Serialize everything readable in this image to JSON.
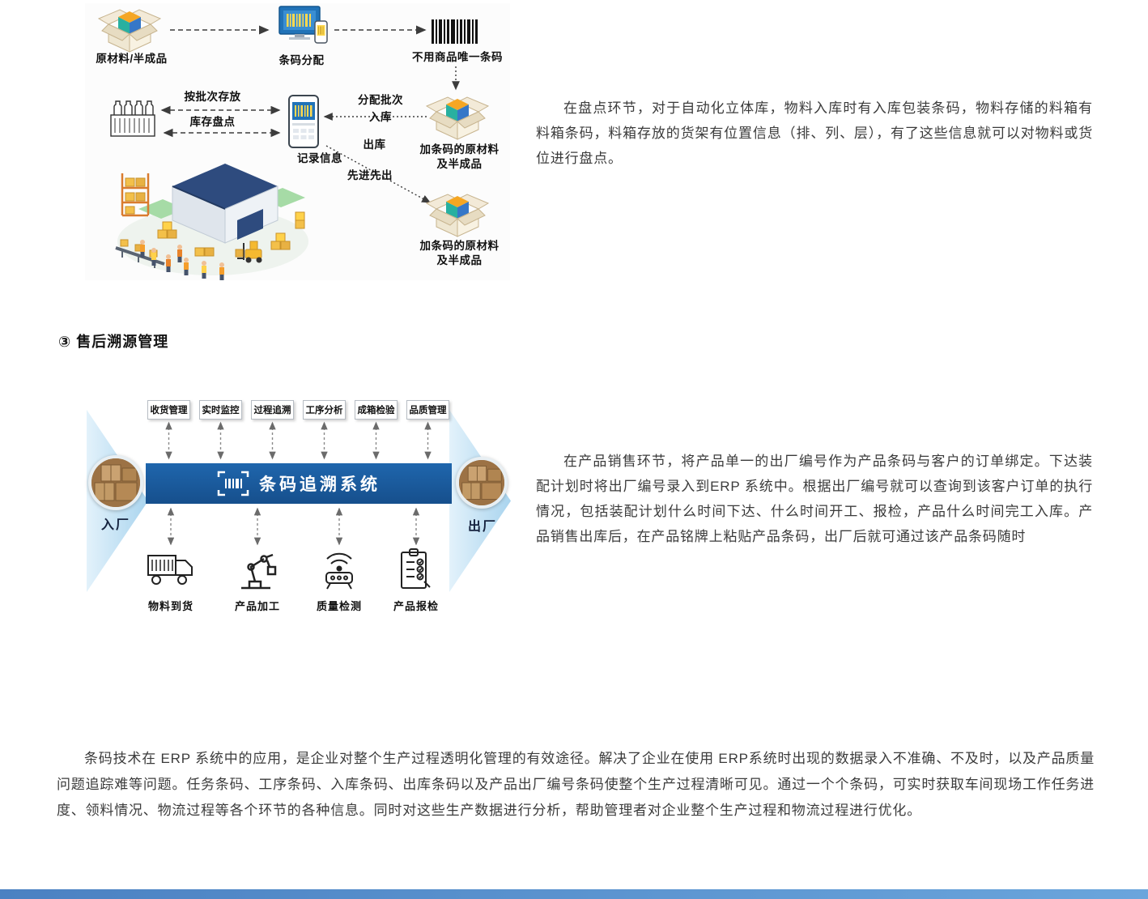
{
  "heading": {
    "section3": "③ 售后溯源管理"
  },
  "paragraphs": {
    "inventory": "在盘点环节，对于自动化立体库，物料入库时有入库包装条码，物料存储的料箱有料箱条码，料箱存放的货架有位置信息（排、列、层），有了这些信息就可以对物料或货位进行盘点。",
    "sales": "在产品销售环节，将产品单一的出厂编号作为产品条码与客户的订单绑定。下达装配计划时将出厂编号录入到ERP 系统中。根据出厂编号就可以查询到该客户订单的执行情况，包括装配计划什么时间下达、什么时间开工、报检，产品什么时间完工入库。产品销售出库后，在产品铭牌上粘贴产品条码，出厂后就可通过该产品条码随时",
    "summary": "条码技术在 ERP 系统中的应用，是企业对整个生产过程透明化管理的有效途径。解决了企业在使用 ERP系统时出现的数据录入不准确、不及时，以及产品质量问题追踪难等问题。任务条码、工序条码、入库条码、出库条码以及产品出厂编号条码使整个生产过程清晰可见。通过一个个条码，可实时获取车间现场工作任务进度、领料情况、物流过程等各个环节的各种信息。同时对这些生产数据进行分析，帮助管理者对企业整个生产过程和物流过程进行优化。"
  },
  "diagram1": {
    "labels": {
      "raw_material": "原材料/半成品",
      "barcode_assign": "条码分配",
      "unique_barcode": "不用商品唯一条码",
      "store_by_batch": "按批次存放",
      "inventory_count": "库存盘点",
      "record_info": "记录信息",
      "assign_batch": "分配批次",
      "inbound": "入库",
      "outbound": "出库",
      "fifo": "先进先出",
      "barcoded_line1": "加条码的原材料",
      "barcoded_line2": "及半成品"
    }
  },
  "diagram2": {
    "top_labels": [
      "收货管理",
      "实时监控",
      "过程追溯",
      "工序分析",
      "成箱检验",
      "品质管理"
    ],
    "system_title": "条码追溯系统",
    "inbound_label": "入厂",
    "outbound_label": "出厂",
    "bottom_labels": [
      "物料到货",
      "产品加工",
      "质量检测",
      "产品报检"
    ]
  },
  "colors": {
    "system_bar_blue": "#1a5a9f",
    "bottom_bar_blue": "#5b94cf",
    "triangle_light_blue": "#a9d4ee"
  }
}
